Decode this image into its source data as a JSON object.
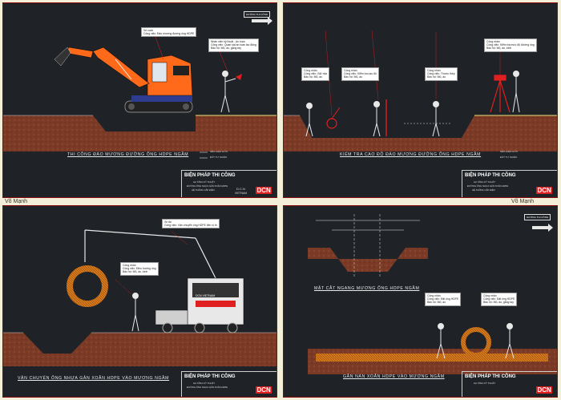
{
  "panels": [
    {
      "title": "THI CÔNG ĐÀO MƯƠNG ĐƯỜNG ỐNG HDPE NGẦM",
      "badge": "HƯỚNG THI CÔNG",
      "callouts": [
        "Xe cuốc\nCông việc: Đào mương đường ống HDPE",
        "Nhân viên kỹ thuật - An toàn\nCông việc: Quan sát an toàn lao động\nBảo hộ: Mũ, áo, găng tay"
      ],
      "legend": [
        "NỀN HIỆN HỮU",
        "ĐẤT TỰ NHIÊN"
      ]
    },
    {
      "title": "KIỂM TRA CAO ĐỘ ĐÀO MƯƠNG ĐƯỜNG ỐNG HDPE NGẦM",
      "callouts": [
        "Công nhân\nCông việc: Giữ mia\nBảo hộ: Mũ, áo",
        "Công nhân\nCông việc: Kiểm tra cao độ\nBảo hộ: Mũ, áo",
        "Công nhân\nCông việc: Thước thép\nBảo hộ: Mũ, áo",
        "Công nhân\nCông việc: Kiểm tra mức độ đường ống\nBảo hộ: Mũ, áo, kính"
      ],
      "legend": [
        "NỀN HIỆN HỮU",
        "ĐẤT TỰ NHIÊN"
      ]
    },
    {
      "title": "VẬN CHUYỂN ỐNG NHỰA GÂN XOẮN HDPE VÀO MƯƠNG NGẦM",
      "callouts": [
        "Xe tải\nCông việc: Vận chuyển ống HDPE đến vị trí",
        "Công nhân\nCông việc: Điều hướng ống\nBảo hộ: Mũ, áo, kính"
      ],
      "truck_label": "DCN VIETNAM"
    },
    {
      "title": "MẶT CẮT NGANG MƯƠNG ỐNG HDPE NGẦM",
      "title2": "GẮN NÁN XOẮN HDPE VÀO MƯƠNG NGẦM",
      "badge": "HƯỚNG THI CÔNG",
      "callouts": [
        "Công nhân\nCông việc: Đặt ống HDPE\nBảo hộ: Mũ, áo",
        "Công nhân\nCông việc: Đặt ống HDPE\nBảo hộ: Mũ, áo, găng tay"
      ]
    }
  ],
  "titleblock": {
    "main": "BIỆN PHÁP THI CÔNG",
    "main_alt": "BIỆN PHÁP THI CÔNG",
    "sub1": "HẠ TẦNG KỸ THUẬT",
    "sub2": "ĐƯỜNG ỐNG NHỰA GÂN XOẮN HDPE",
    "sub3": "HỆ THỐNG CẤP ĐIỆN",
    "brand": "D.C.N",
    "brand2": "VIETNAM",
    "logo": "DCN"
  },
  "author": "Võ Mạnh",
  "colors": {
    "background": "#1f2227",
    "soil": "#7a3a26",
    "excavator": "#ff6a1a",
    "border": "#8b0d0d",
    "pipe": "#d97a1a"
  }
}
